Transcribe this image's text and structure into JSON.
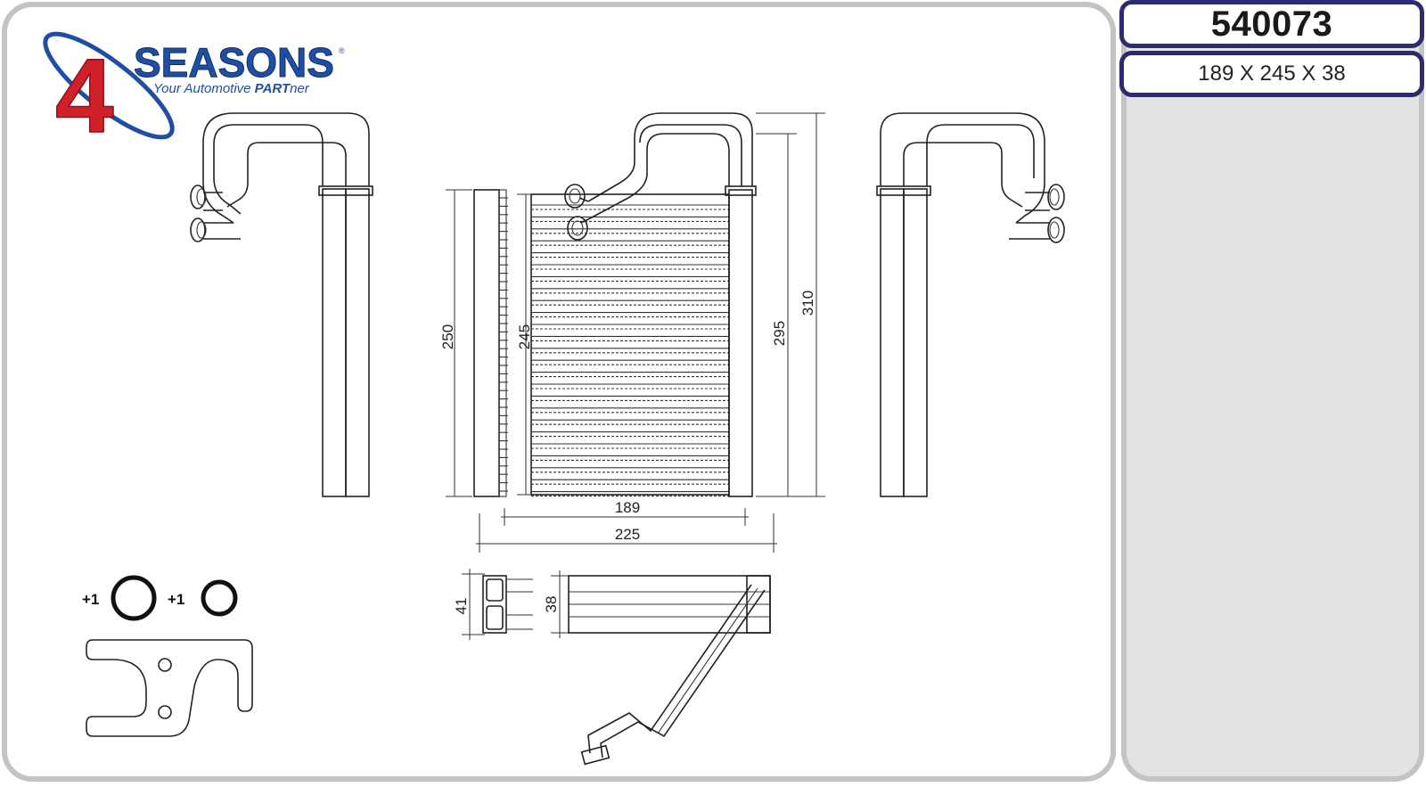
{
  "brand": {
    "name": "SEASONS",
    "numeral": "4",
    "tagline_prefix": "Your Automotive ",
    "tagline_bold": "PART",
    "tagline_suffix": "ner",
    "registered": "®",
    "colors": {
      "red": "#d0202a",
      "blue": "#1f4fa3",
      "navy": "#2e2a6e"
    }
  },
  "part_number": "540073",
  "dimensions_summary": "189 X 245 X 38",
  "dimension_labels": {
    "height_total_left": "250",
    "height_core": "245",
    "height_with_tank": "295",
    "height_overall": "310",
    "width_core": "189",
    "width_overall": "225",
    "depth_tank": "41",
    "depth_core": "38"
  },
  "accessories": {
    "oring_large_qty": "+1",
    "oring_small_qty": "+1"
  }
}
